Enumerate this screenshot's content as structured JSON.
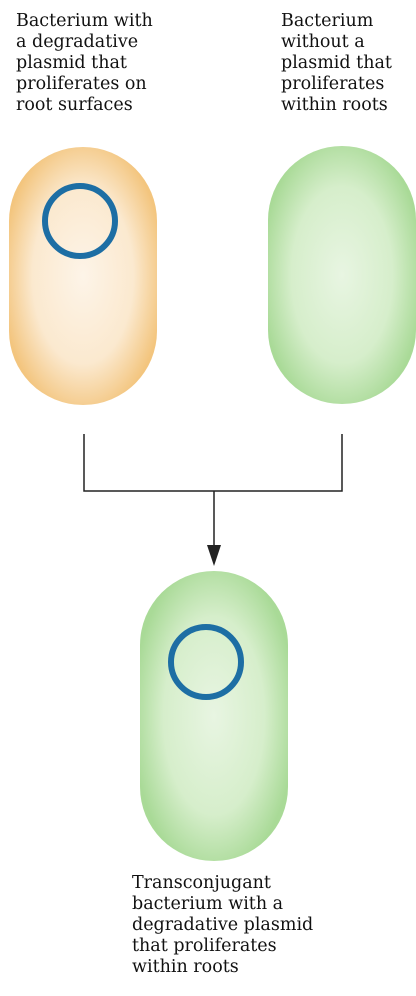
{
  "labels": {
    "left": [
      "Bacterium with",
      "a degradative",
      "plasmid that",
      "proliferates on",
      "root surfaces"
    ],
    "right": [
      "Bacterium",
      "without a",
      "plasmid that",
      "proliferates",
      "within roots"
    ],
    "bottom": [
      "Transconjugant",
      "bacterium with a",
      "degradative plasmid",
      "that proliferates",
      "within roots"
    ]
  },
  "colors": {
    "orange_bacterium": "#f3c57e",
    "green_bacterium": "#a9da97",
    "plasmid": "#1d6ea4",
    "arrow": "#222222"
  }
}
